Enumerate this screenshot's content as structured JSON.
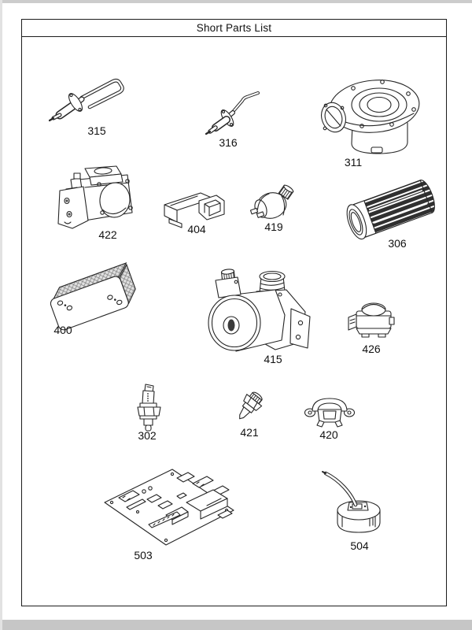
{
  "title": "Short Parts List",
  "colors": {
    "ink": "#1c1c1c",
    "paper": "#ffffff",
    "edge_gray": "#cccccc"
  },
  "parts": [
    {
      "label": "315"
    },
    {
      "label": "316"
    },
    {
      "label": "311"
    },
    {
      "label": "422"
    },
    {
      "label": "404"
    },
    {
      "label": "419"
    },
    {
      "label": "306"
    },
    {
      "label": "400"
    },
    {
      "label": "415"
    },
    {
      "label": "426"
    },
    {
      "label": "302"
    },
    {
      "label": "421"
    },
    {
      "label": "420"
    },
    {
      "label": "503"
    },
    {
      "label": "504"
    }
  ]
}
